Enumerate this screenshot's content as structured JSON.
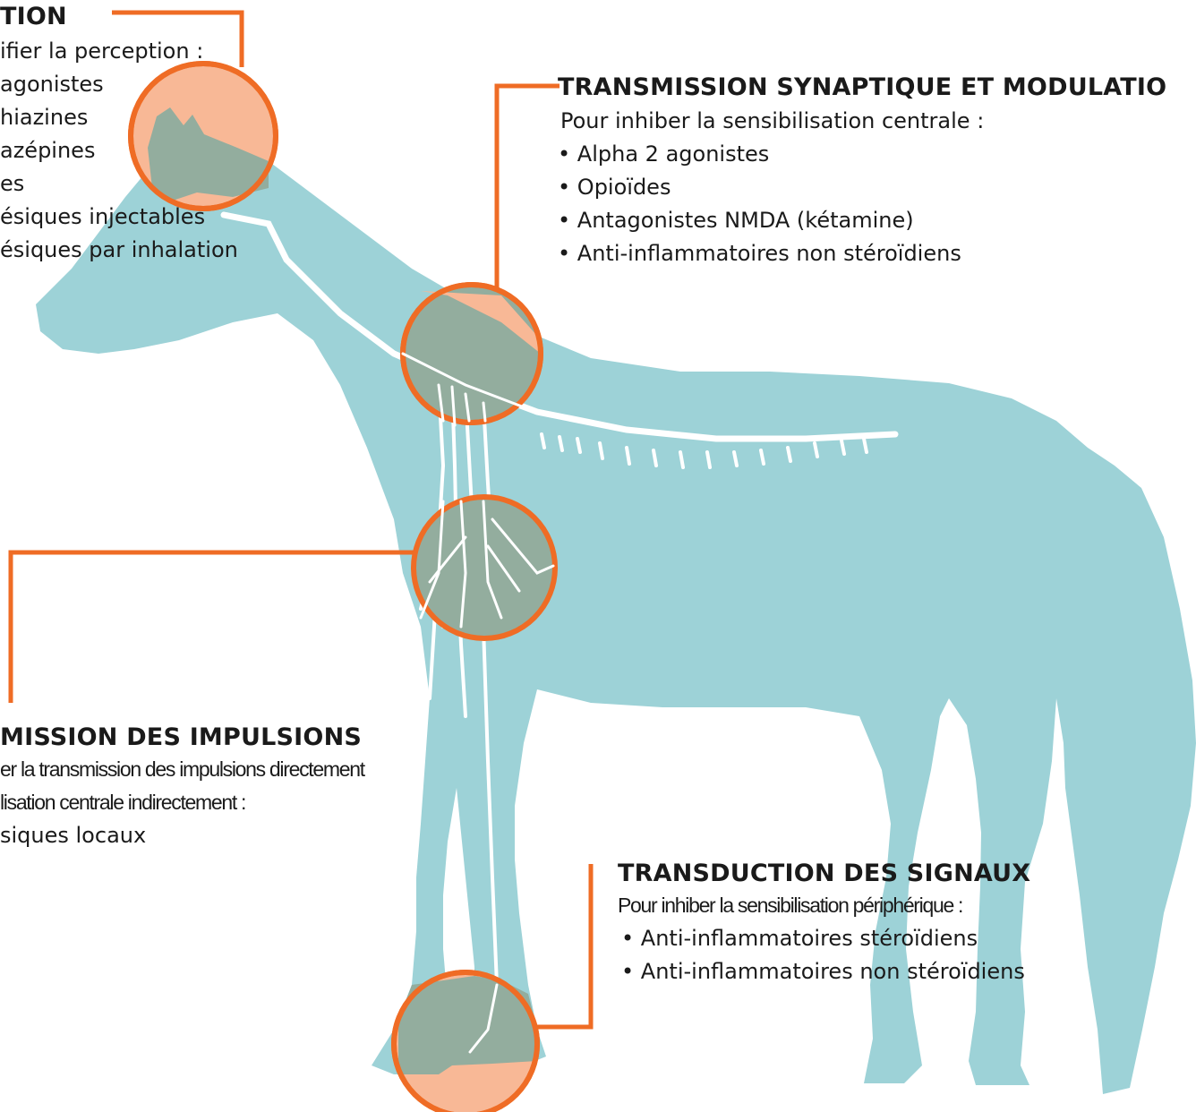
{
  "colors": {
    "horse_body": "#9dd2d7",
    "callout_orange": "#ef6c25",
    "highlight_fill": "#f8b896",
    "overlap_fill": "#93ad9e",
    "nerve": "#ffffff",
    "text": "#1a1a1a"
  },
  "perception": {
    "title": "TION",
    "lines": [
      "ifier la perception :",
      "agonistes",
      "hiazines",
      "azépines",
      "es",
      "ésiques injectables",
      "ésiques par inhalation"
    ]
  },
  "synaptic": {
    "title": "TRANSMISSION SYNAPTIQUE ET MODULATIO",
    "intro": "Pour inhiber la sensibilisation centrale :",
    "items": [
      "Alpha 2 agonistes",
      "Opioïdes",
      "Antagonistes NMDA (kétamine)",
      "Anti-inflammatoires non stéroïdiens"
    ]
  },
  "impulses": {
    "title": "MISSION DES IMPULSIONS",
    "lines": [
      "er la transmission des impulsions directement",
      "lisation centrale indirectement :",
      "siques locaux"
    ]
  },
  "transduction": {
    "title": "TRANSDUCTION DES SIGNAUX",
    "intro": "Pour inhiber la sensibilisation périphérique :",
    "items": [
      "Anti-inflammatoires stéroïdiens",
      "Anti-inflammatoires non stéroïdiens"
    ]
  }
}
